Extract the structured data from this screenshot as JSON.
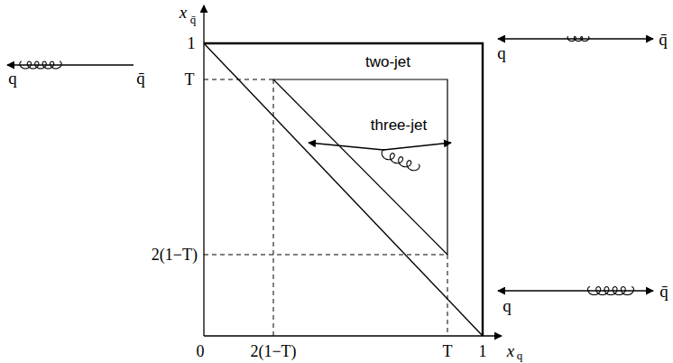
{
  "diagram": {
    "labels": [
      "x",
      "q̄",
      "1",
      "T",
      "2(1−T)",
      "0",
      "2(1−T)",
      "T",
      "1",
      "x",
      "q",
      "two-jet",
      "three-jet",
      "q",
      "q̄",
      "q",
      "q̄",
      "q",
      "q̄"
    ]
  }
}
